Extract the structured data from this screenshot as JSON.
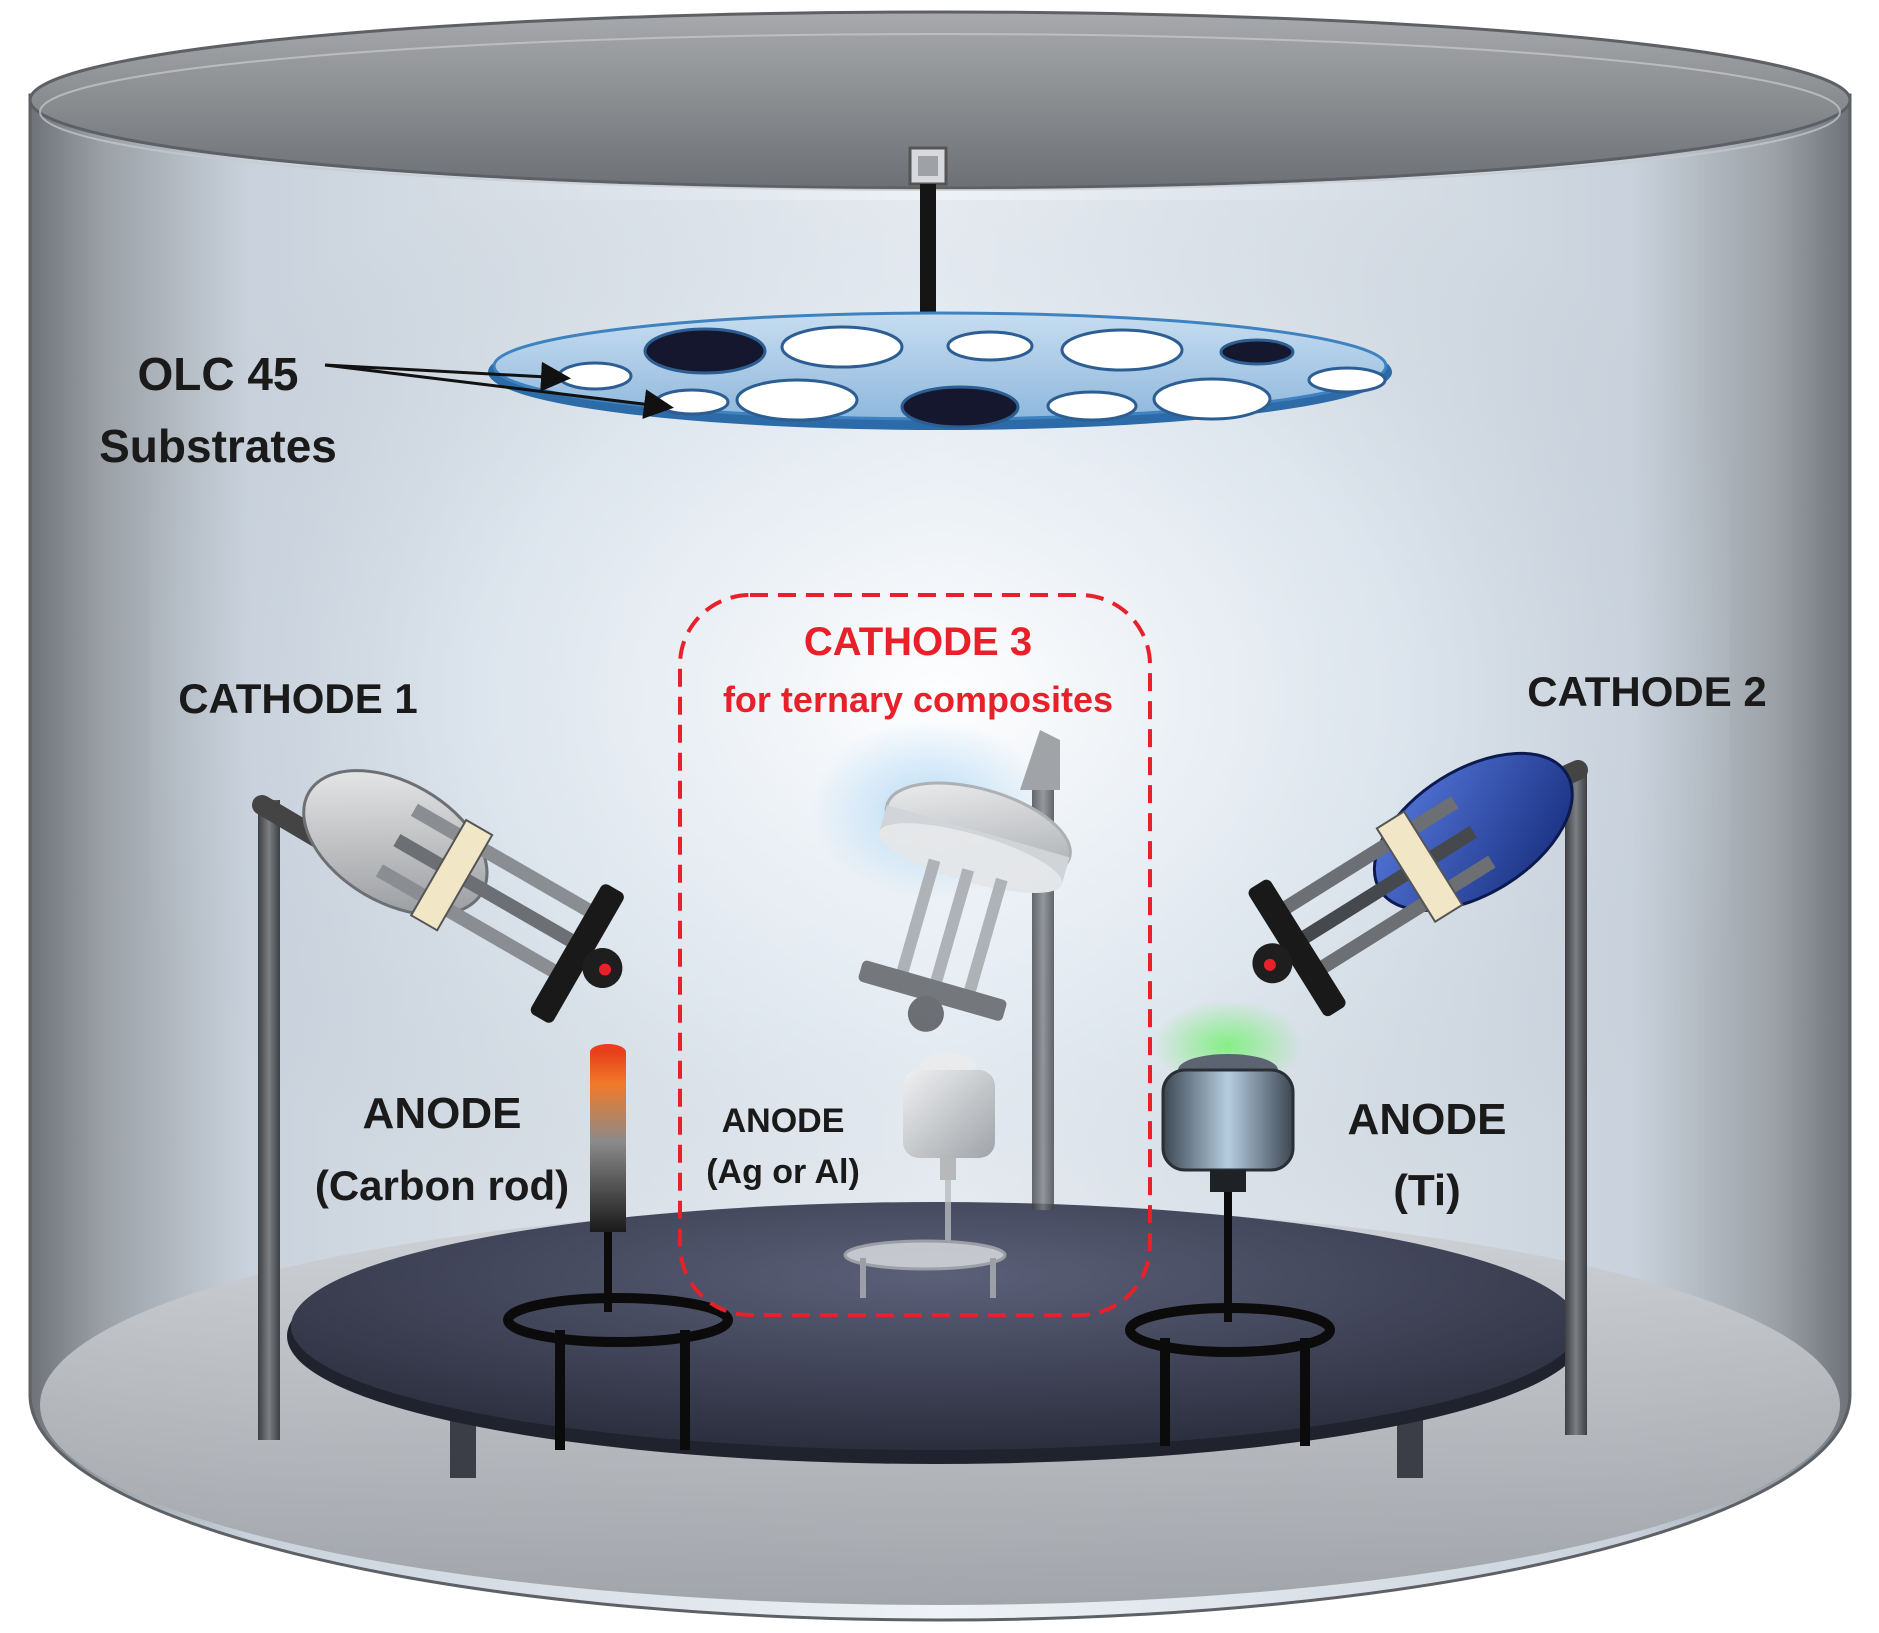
{
  "labels": {
    "substrates_line1": "OLC 45",
    "substrates_line2": "Substrates",
    "cathode1": "CATHODE  1",
    "cathode2": "CATHODE  2",
    "cathode3_line1": "CATHODE  3",
    "cathode3_line2": "for ternary composites",
    "anode1_line1": "ANODE",
    "anode1_line2": "(Carbon rod)",
    "anode3_line1": "ANODE",
    "anode3_line2": "(Ag or Al)",
    "anode2_line1": "ANODE",
    "anode2_line2": "(Ti)"
  },
  "colors": {
    "text": "#1a1a1a",
    "highlight": "#e8202a",
    "chamber_wall": "#8f9399",
    "plate_blue": "#4a90c8",
    "table_dark": "#3a3e52",
    "cathode2_cap": "#1f3fa6",
    "glow_green": "#5fd35f",
    "carbon_rod_hot": "#e8401a"
  },
  "icons": [
    "vacuum-chamber",
    "substrate-holder-plate",
    "cathode-assembly",
    "anode-electrode",
    "rotary-table"
  ]
}
